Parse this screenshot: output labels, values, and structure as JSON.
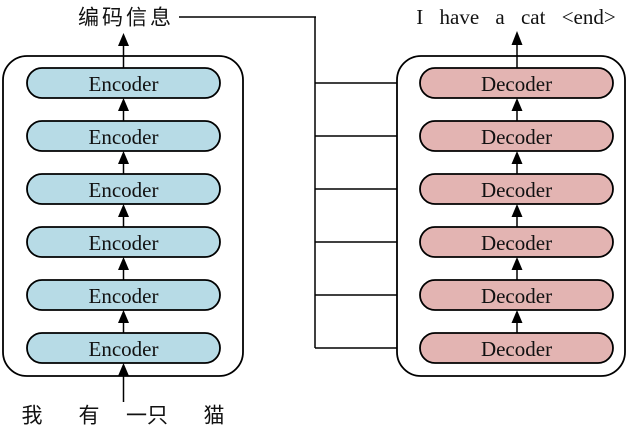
{
  "labels": {
    "encoded_info": "编码信息",
    "decoder_output": "I have a cat <end>"
  },
  "encoder_stack": {
    "block_label": "Encoder",
    "block_count": 6,
    "input_tokens": [
      "我",
      "有",
      "一只",
      "猫"
    ]
  },
  "decoder_stack": {
    "block_label": "Decoder",
    "block_count": 6
  },
  "colors": {
    "encoder_fill": "#b7dbe6",
    "decoder_fill": "#e3b4b2",
    "outline": "#000000",
    "background": "#ffffff"
  }
}
